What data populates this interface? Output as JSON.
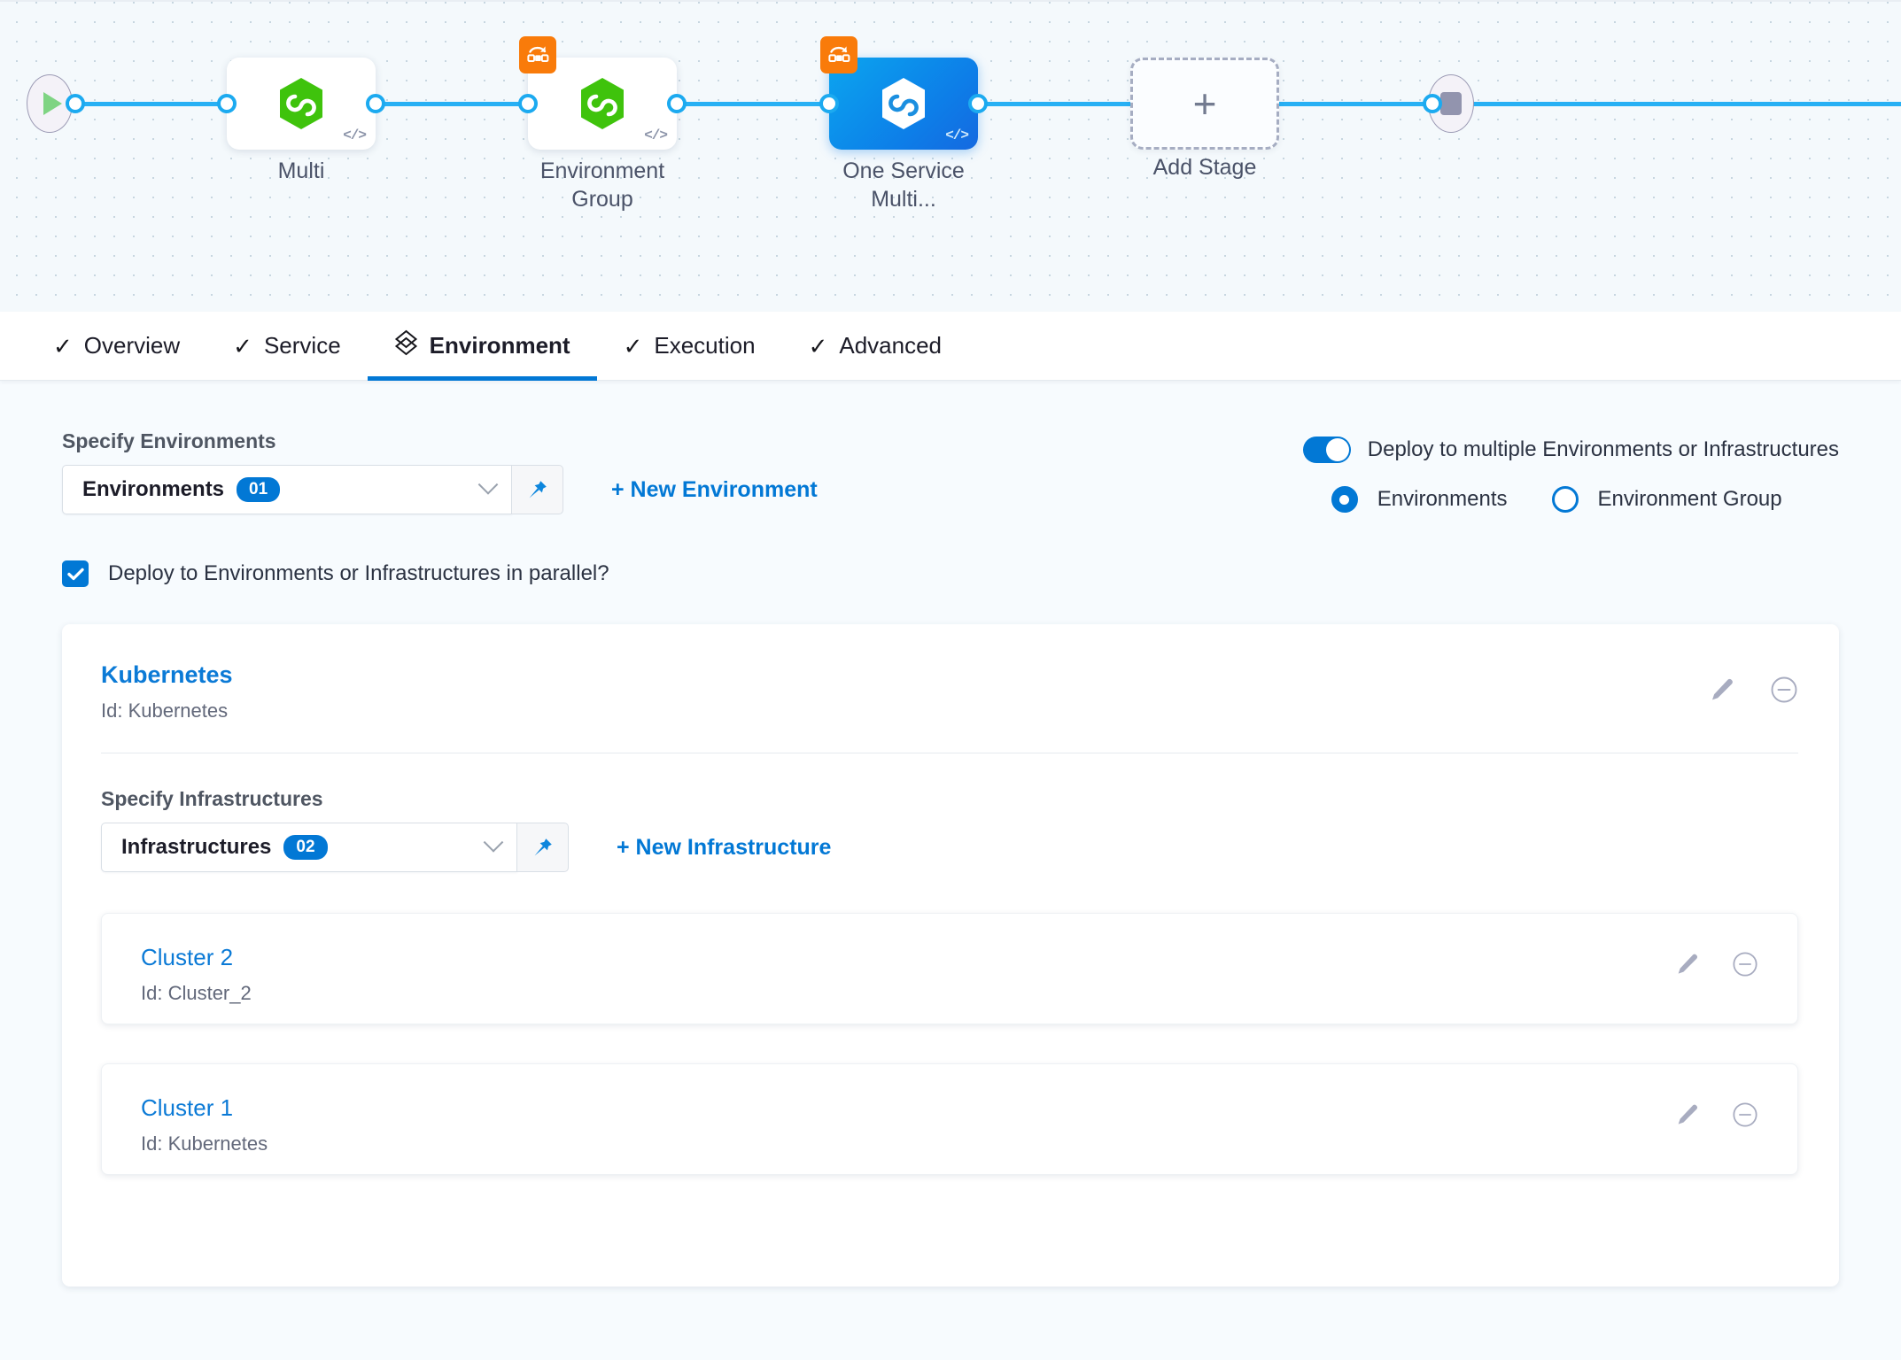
{
  "pipeline": {
    "nodes": [
      {
        "label": "Multi",
        "icon": "harness-hexagon-icon",
        "selected": false,
        "has_badge": false,
        "has_code": true
      },
      {
        "label": "Environment Group",
        "icon": "harness-hexagon-icon",
        "selected": false,
        "has_badge": true,
        "has_code": true
      },
      {
        "label": "One Service Multi...",
        "icon": "harness-hexagon-icon",
        "selected": true,
        "has_badge": true,
        "has_code": true
      }
    ],
    "add_stage_label": "Add Stage",
    "start_icon": "play-icon",
    "end_icon": "stop-icon",
    "rail_color": "#27b0f4",
    "badge_color": "#f97b0a",
    "hex_color": "#3fc30c",
    "selected_color": "#0d7ee8"
  },
  "tabs": [
    {
      "label": "Overview",
      "icon": "check-icon",
      "active": false
    },
    {
      "label": "Service",
      "icon": "check-icon",
      "active": false
    },
    {
      "label": "Environment",
      "icon": "layers-icon",
      "active": true
    },
    {
      "label": "Execution",
      "icon": "check-icon",
      "active": false
    },
    {
      "label": "Advanced",
      "icon": "check-icon",
      "active": false
    }
  ],
  "environments": {
    "section_label": "Specify Environments",
    "select_value": "Environments",
    "count": "01",
    "pin_icon": "pin-icon",
    "chevron_icon": "chevron-down-icon",
    "new_link": "+ New Environment",
    "parallel_checkbox_label": "Deploy to Environments or Infrastructures in parallel?",
    "parallel_checked": true
  },
  "deploy_multiple": {
    "toggle_label": "Deploy to multiple Environments or Infrastructures",
    "toggle_on": true,
    "options": [
      {
        "label": "Environments",
        "selected": true
      },
      {
        "label": "Environment Group",
        "selected": false
      }
    ]
  },
  "environment_entity": {
    "name": "Kubernetes",
    "id_text": "Id: Kubernetes",
    "edit_icon": "pencil-icon",
    "remove_icon": "minus-circle-icon"
  },
  "infrastructures": {
    "section_label": "Specify Infrastructures",
    "select_value": "Infrastructures",
    "count": "02",
    "pin_icon": "pin-icon",
    "chevron_icon": "chevron-down-icon",
    "new_link": "+ New Infrastructure",
    "items": [
      {
        "name": "Cluster 2",
        "id_text": "Id: Cluster_2",
        "edit_icon": "pencil-icon",
        "remove_icon": "minus-circle-icon"
      },
      {
        "name": "Cluster 1",
        "id_text": "Id: Kubernetes",
        "edit_icon": "pencil-icon",
        "remove_icon": "minus-circle-icon"
      }
    ]
  },
  "colors": {
    "accent": "#0278d5",
    "link": "#0b7ad6",
    "page_bg": "#f7fbfe",
    "canvas_bg": "#f4f9fc"
  }
}
